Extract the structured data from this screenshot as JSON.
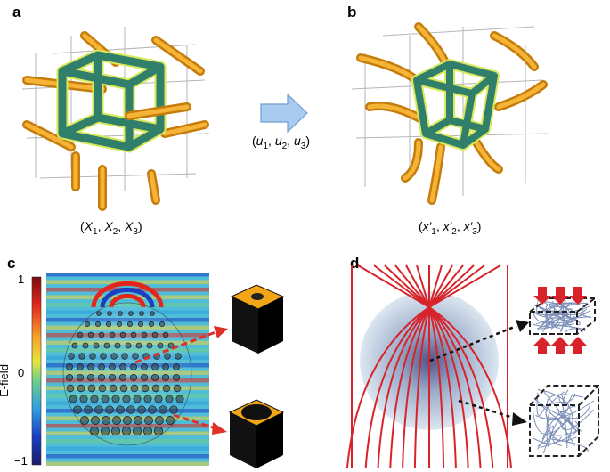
{
  "panels": {
    "a": {
      "letter": "a",
      "caption_parts": [
        "(",
        "X",
        "1",
        ", ",
        "X",
        "2",
        ", ",
        "X",
        "3",
        ")"
      ]
    },
    "b": {
      "letter": "b",
      "caption_parts": [
        "(",
        "x′",
        "1",
        ", ",
        "x′",
        "2",
        ", ",
        "x′",
        "3",
        ")"
      ]
    },
    "arrow": {
      "caption_parts": [
        "(",
        "u",
        "1",
        ", ",
        "u",
        "2",
        ", ",
        "u",
        "3",
        ")"
      ]
    },
    "c": {
      "letter": "c",
      "colorbar": {
        "title": "E-field",
        "max": "1",
        "mid": "0",
        "min": "−1"
      }
    },
    "d": {
      "letter": "d"
    }
  },
  "colors": {
    "rod_orange": "#f2a516",
    "cube_green": "#2f7f6a",
    "cube_edge": "#d8e85a",
    "field_red": "#d9232a",
    "arrow_blue": "#9fc3ea",
    "dashed_red": "#e0302a"
  }
}
